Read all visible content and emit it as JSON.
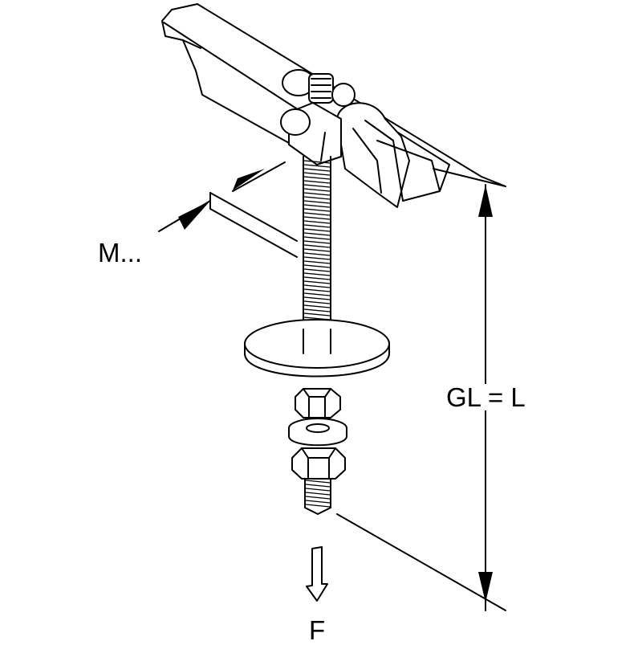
{
  "labels": {
    "thread_size": "M...",
    "length": "GL = L",
    "force": "F"
  }
}
